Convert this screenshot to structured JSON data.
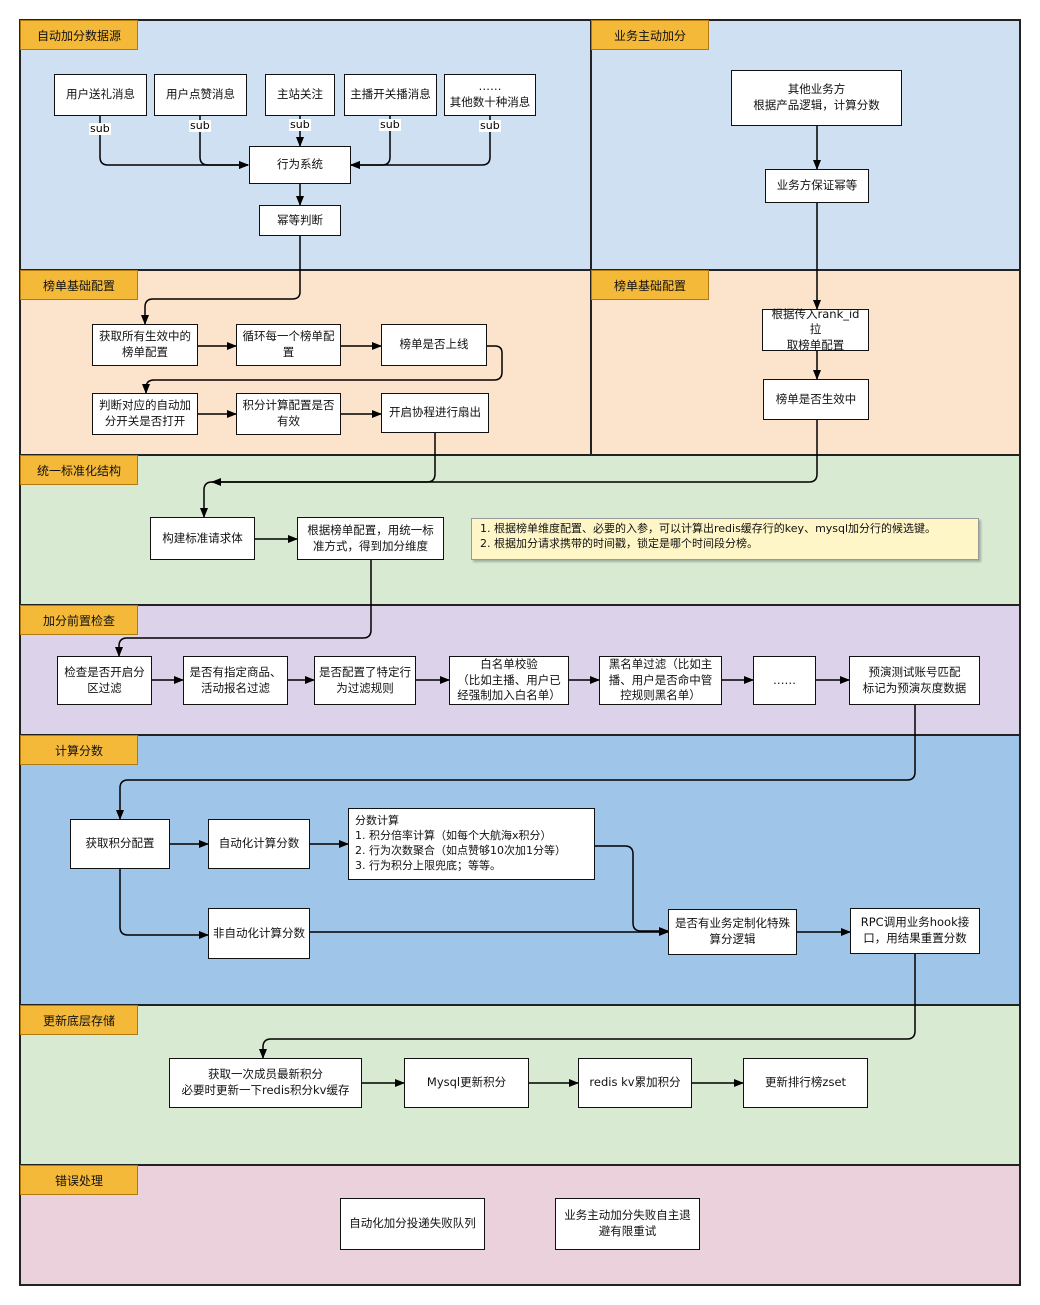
{
  "colors": {
    "lane_blue_light": "#cfe0f2",
    "lane_orange": "#fce3cc",
    "lane_green": "#d9ead3",
    "lane_purple": "#dcd3ea",
    "lane_blue": "#9fc5e8",
    "lane_pink": "#ead1dc",
    "tag": "#f5b93a",
    "note": "#fff6c8"
  },
  "lanes": {
    "auto_source": "自动加分数据源",
    "biz_active": "业务主动加分",
    "rank_config_left": "榜单基础配置",
    "rank_config_right": "榜单基础配置",
    "normalize": "统一标准化结构",
    "precheck": "加分前置检查",
    "compute": "计算分数",
    "storage": "更新底层存储",
    "error": "错误处理"
  },
  "sources": {
    "gift": "用户送礼消息",
    "like": "用户点赞消息",
    "follow": "主站关注",
    "live": "主播开关播消息",
    "others": "……\n其他数十种消息",
    "sub": "sub"
  },
  "auto": {
    "behavior": "行为系统",
    "idempotent": "幂等判断"
  },
  "biz": {
    "other": "其他业务方\n根据产品逻辑，计算分数",
    "guarantee": "业务方保证幂等",
    "pull": "根据传入rank_id拉\n取榜单配置",
    "active": "榜单是否生效中"
  },
  "rank": {
    "get_all": "获取所有生效中的\n榜单配置",
    "loop": "循环每一个榜单配\n置",
    "online": "榜单是否上线",
    "switch": "判断对应的自动加\n分开关是否打开",
    "valid": "积分计算配置是否\n有效",
    "fanout": "开启协程进行扇出"
  },
  "normalize": {
    "build": "构建标准请求体",
    "dimension": "根据榜单配置，用统一标\n准方式，得到加分维度",
    "note": "1. 根据榜单维度配置、必要的入参，可以计算出redis缓存行的key、mysql加分行的候选键。\n2. 根据加分请求携带的时间戳，锁定是哪个时间段分榜。"
  },
  "precheck": {
    "open": "检查是否开启分\n区过滤",
    "goods": "是否有指定商品、\n活动报名过滤",
    "rules": "是否配置了特定行\n为过滤规则",
    "whitelist": "白名单校验\n（比如主播、用户已\n经强制加入白名单）",
    "blacklist": "黑名单过滤（比如主\n播、用户是否命中管\n控规则黑名单）",
    "more": "……",
    "test": "预演测试账号匹配\n标记为预演灰度数据"
  },
  "compute": {
    "get_config": "获取积分配置",
    "auto": "自动化计算分数",
    "detail": "分数计算\n1. 积分倍率计算（如每个大航海x积分）\n2. 行为次数聚合（如点赞够10次加1分等）\n3. 行为积分上限兜底；等等。",
    "manual": "非自动化计算分数",
    "custom": "是否有业务定制化特殊\n算分逻辑",
    "rpc": "RPC调用业务hook接\n口，用结果重置分数"
  },
  "storage": {
    "latest": "获取一次成员最新积分\n必要时更新一下redis积分kv缓存",
    "mysql": "Mysql更新积分",
    "redis": "redis kv累加积分",
    "zset": "更新排行榜zset"
  },
  "error": {
    "queue": "自动化加分投递失败队列",
    "retry": "业务主动加分失败自主退\n避有限重试"
  }
}
